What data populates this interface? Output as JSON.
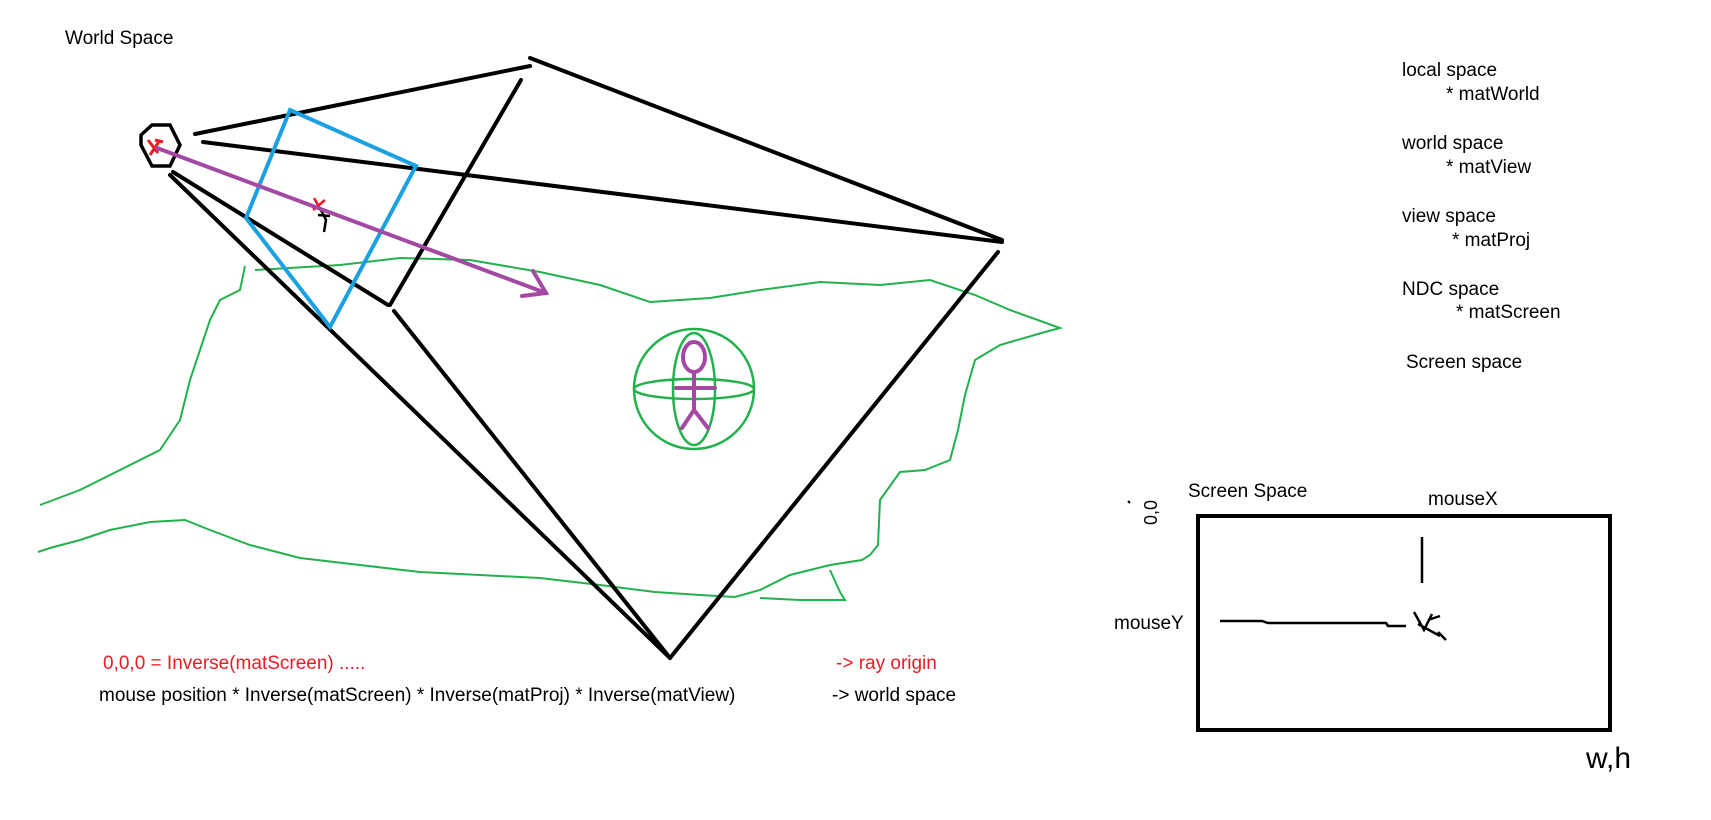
{
  "world": {
    "title": "World Space",
    "formula_origin": "0,0,0 = Inverse(matScreen) .....",
    "formula_origin_result": "-> ray origin",
    "formula_mouse": "mouse position * Inverse(matScreen) * Inverse(matProj) * Inverse(matView)",
    "formula_mouse_result": "->  world space"
  },
  "pipeline": {
    "steps": [
      {
        "space": "local space",
        "matrix": "* matWorld"
      },
      {
        "space": "world space",
        "matrix": "* matView"
      },
      {
        "space": "view space",
        "matrix": "* matProj"
      },
      {
        "space": "NDC space",
        "matrix": "* matScreen"
      },
      {
        "space": "Screen space",
        "matrix": ""
      }
    ]
  },
  "screen": {
    "title": "Screen Space",
    "mouse_x": "mouseX",
    "mouse_y": "mouseY",
    "origin_label": "0,0",
    "corner_label": "w,h"
  },
  "colors": {
    "frustum": "#000000",
    "near_plane": "#1ba1e2",
    "terrain": "#22b14c",
    "ray": "#a349a4",
    "origin_mark": "#ed1c24"
  }
}
